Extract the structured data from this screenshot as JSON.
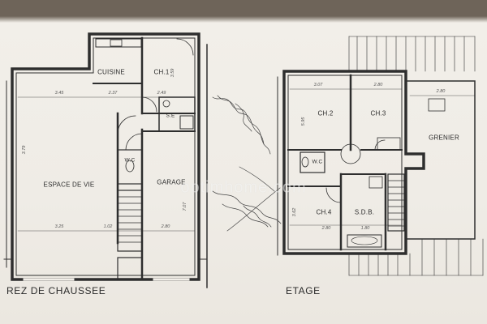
{
  "ground_floor": {
    "caption": "REZ DE CHAUSSEE",
    "rooms": {
      "cuisine": "CUISINE",
      "ch1": "CH.1",
      "espace": "ESPACE DE VIE",
      "wc": "W.C",
      "garage": "GARAGE",
      "se": "S.E"
    },
    "dims": {
      "d1": "3.45",
      "d2": "2.37",
      "d3": "2.49",
      "d4": "3.59",
      "d5": "3.79",
      "d6": "3.25",
      "d7": "1.02",
      "d8": "2.80",
      "d9": "7.07"
    }
  },
  "upper_floor": {
    "caption": "ETAGE",
    "rooms": {
      "ch2": "CH.2",
      "ch3": "CH.3",
      "grenier": "GRENIER",
      "wc": "W.C",
      "ch4": "CH.4",
      "sdb": "S.D.B."
    },
    "dims": {
      "d1": "3.07",
      "d2": "2.80",
      "d3": "2.80",
      "d4": "3.62",
      "d5": "2.80",
      "d6": "1.80",
      "d7": "5.95"
    }
  },
  "watermark": "optimhome.com"
}
